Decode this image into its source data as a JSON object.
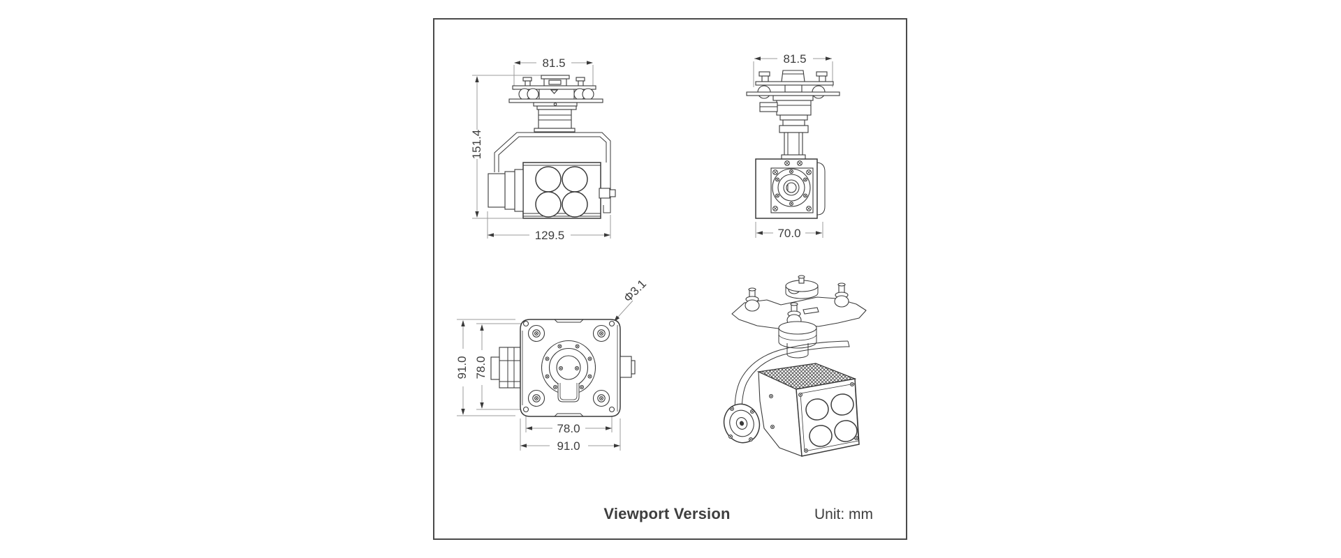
{
  "colors": {
    "background": "#ffffff",
    "panel_border": "#4a4a4a",
    "line": "#3a3a3a",
    "dim_line": "#9b9b9b",
    "text": "#3d3d3d"
  },
  "views": {
    "front": {
      "dims": {
        "width_top": "81.5",
        "height_left": "151.4",
        "width_bottom": "129.5"
      }
    },
    "side": {
      "dims": {
        "width_top": "81.5",
        "width_bottom": "70.0"
      }
    },
    "bottom": {
      "dims": {
        "height_outer": "91.0",
        "height_inner": "78.0",
        "width_inner": "78.0",
        "width_outer": "91.0",
        "hole": "Φ3.1"
      }
    }
  },
  "footer": {
    "version_label": "Viewport Version",
    "unit_label": "Unit: mm"
  }
}
